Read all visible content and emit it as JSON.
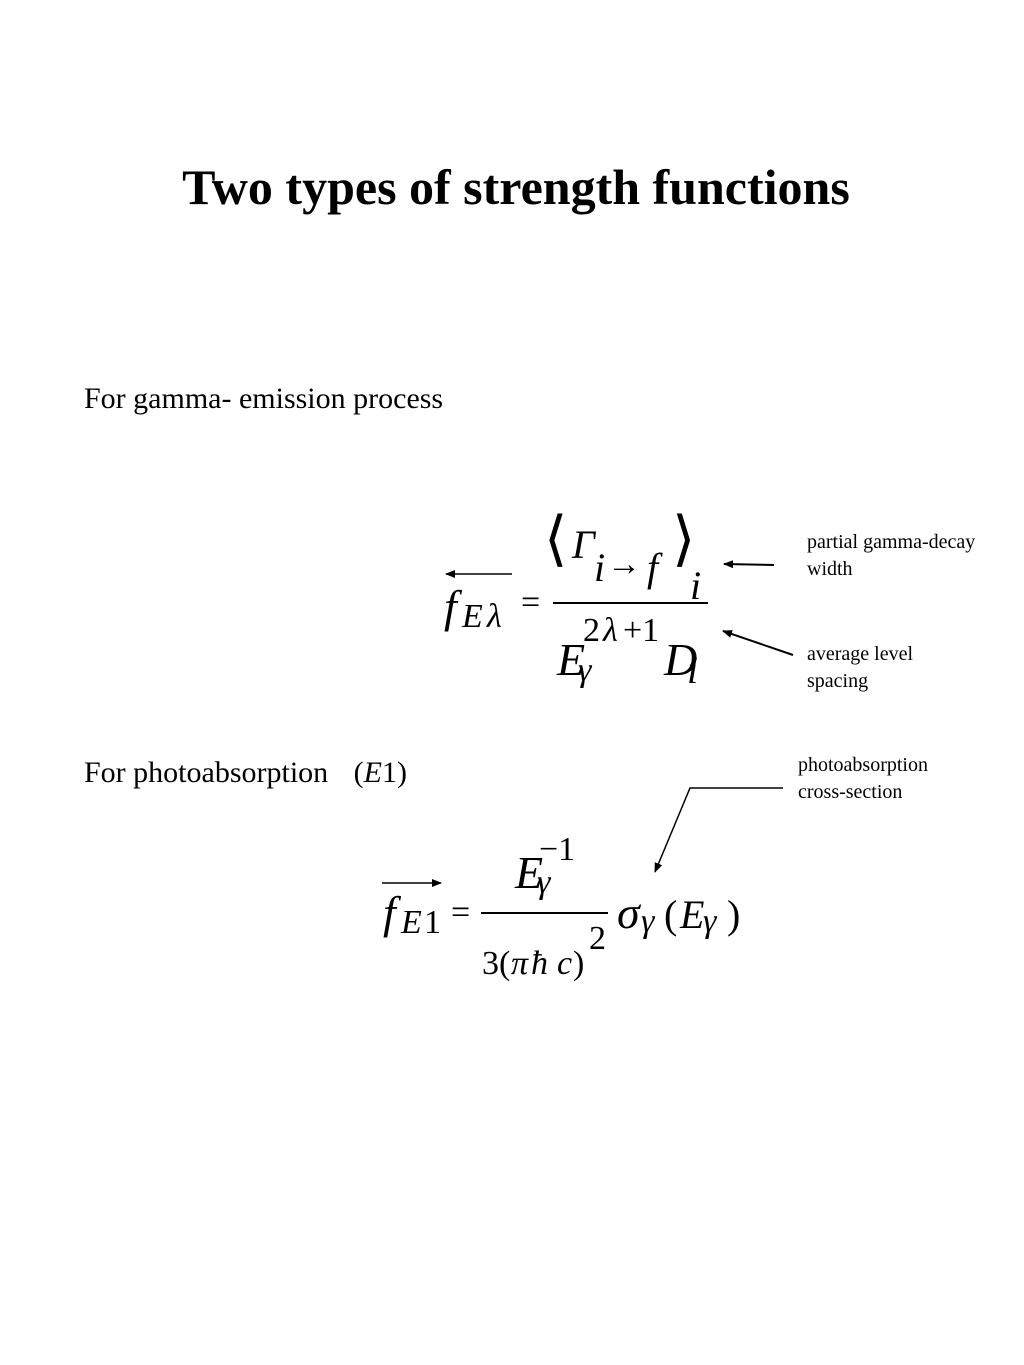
{
  "slide": {
    "title": "Two types of strength functions",
    "emission_label": "For gamma- emission process",
    "photo_label": "For  photoabsorption",
    "photo_label_paren_open": "(",
    "photo_label_sym": "E",
    "photo_label_num": "1",
    "photo_label_paren_close": ")"
  },
  "annotations": {
    "partial_width_line1": "partial gamma-decay",
    "partial_width_line2": "width",
    "level_spacing_line1": "average level",
    "level_spacing_line2": "spacing",
    "cross_section_line1": "photoabsorption",
    "cross_section_line2": "cross-section"
  },
  "formula1": {
    "f": "f",
    "sub_E": "E",
    "sub_lambda": "λ",
    "equals": "=",
    "langle": "⟨",
    "gamma": "Γ",
    "sub_i": "i",
    "arrow": "→",
    "sub_f": "f",
    "rangle": "⟩",
    "outer_sub_i": "i",
    "E": "E",
    "sub_gamma": "γ",
    "sup_2": "2",
    "sup_lambda": "λ",
    "sup_plus1": "+1",
    "D": "D",
    "D_sub_i": "i"
  },
  "formula2": {
    "f": "f",
    "sub_E": "E",
    "sub_1": "1",
    "equals": "=",
    "E": "E",
    "sub_gamma": "γ",
    "sup_minus1": "−1",
    "denom_3": "3(",
    "pi": "π",
    "hbar": "ħ",
    "c": "c",
    "denom_close": ")",
    "sup_2": "2",
    "sigma": "σ",
    "sigma_sub_gamma": "γ",
    "paren_open": "(",
    "arg_E": "E",
    "arg_sub_gamma": "γ",
    "paren_close": ")"
  }
}
